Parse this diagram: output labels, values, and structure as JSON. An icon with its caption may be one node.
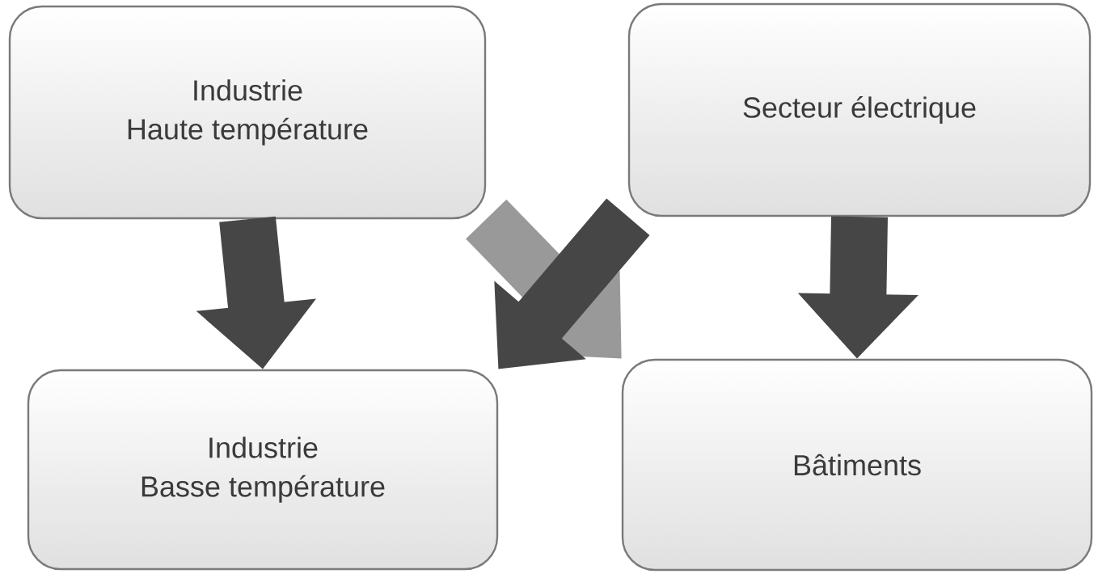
{
  "diagram": {
    "nodes": [
      {
        "text": [
          "Industrie",
          "Haute température"
        ]
      },
      {
        "text": [
          "Secteur électrique"
        ]
      },
      {
        "text": [
          "Industrie",
          "Basse température"
        ]
      },
      {
        "text": [
          "Bâtiments"
        ]
      }
    ],
    "edges": [
      {
        "from": 0,
        "to": 2,
        "arrow": "to"
      },
      {
        "from": 0,
        "to": 3,
        "arrow": "to",
        "color": "#999999"
      },
      {
        "from": 1,
        "to": 2,
        "arrow": "to"
      },
      {
        "from": 1,
        "to": 3,
        "arrow": "to"
      }
    ]
  }
}
